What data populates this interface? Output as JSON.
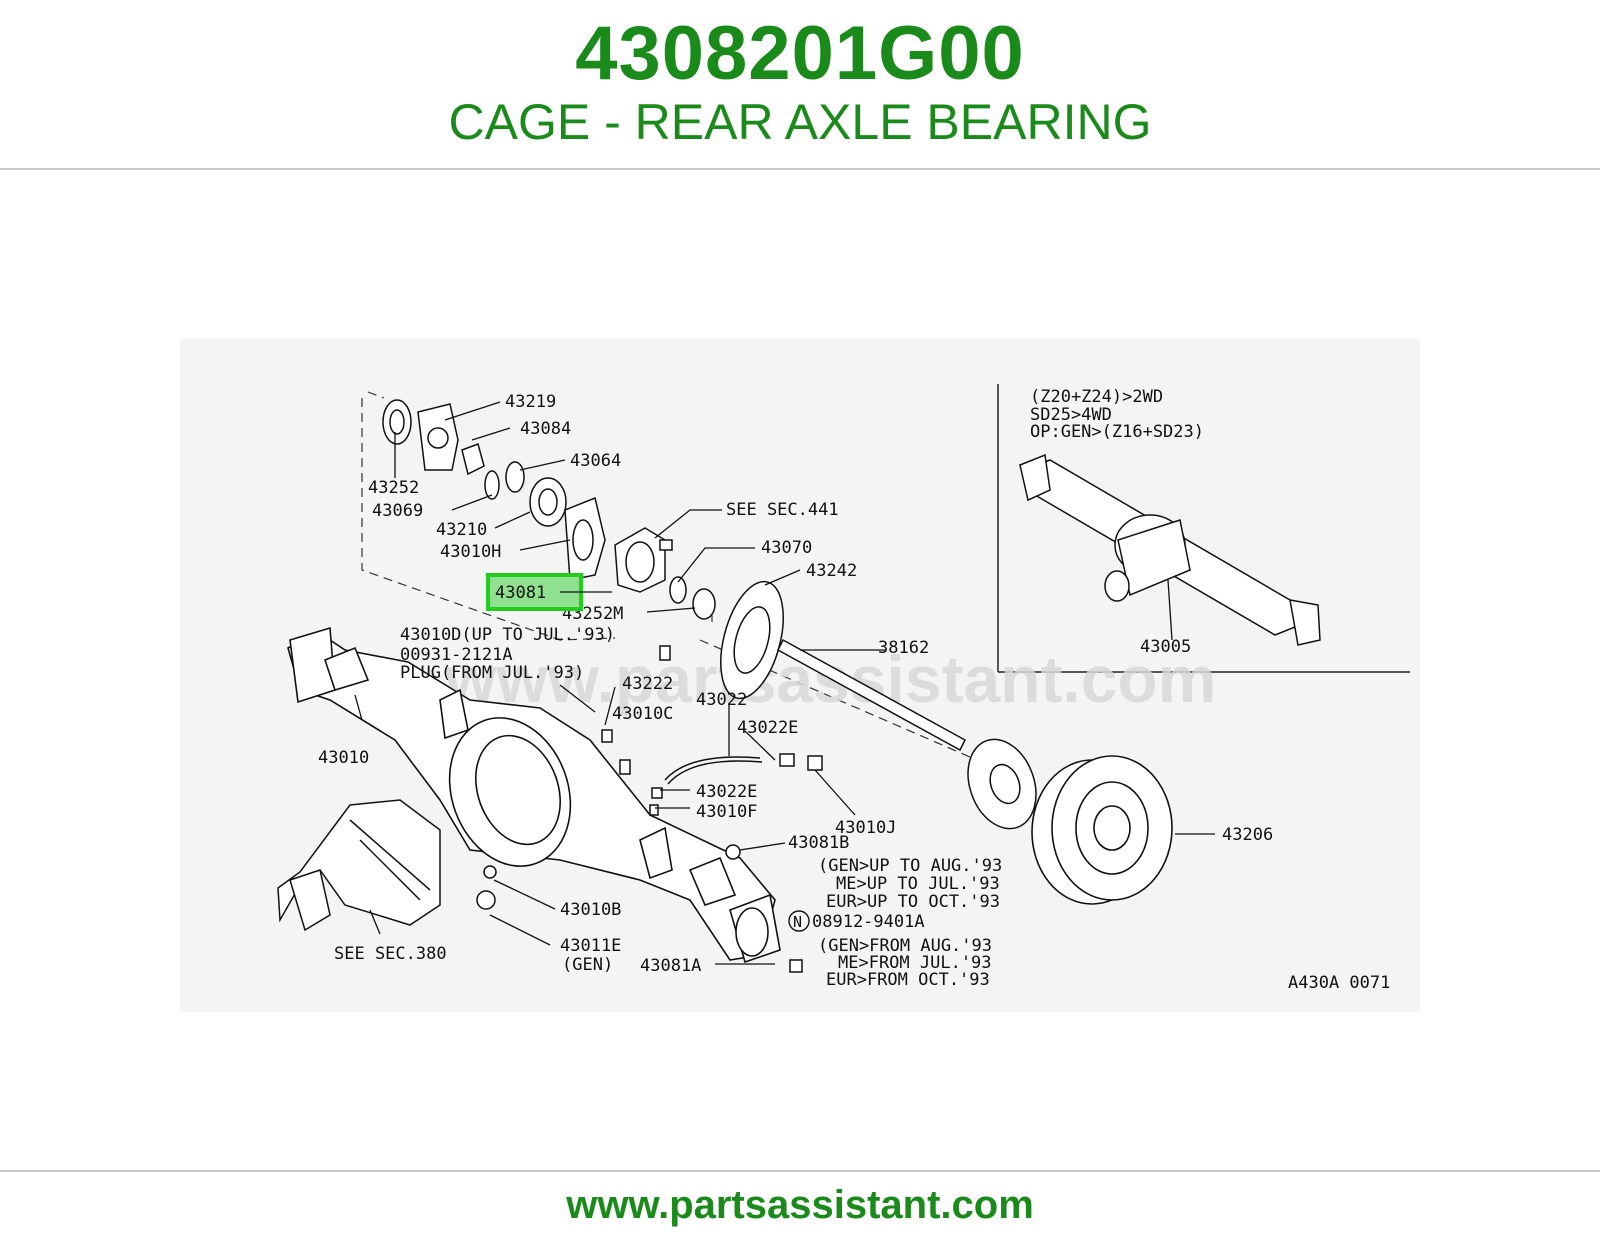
{
  "header": {
    "part_number": "4308201G00",
    "part_name": "CAGE - REAR AXLE BEARING"
  },
  "diagram": {
    "watermark": "www.partsassistant.com",
    "figure_code": "A430A 0071",
    "highlight_label": "43081",
    "labels": {
      "l43219": "43219",
      "l43084": "43084",
      "l43064": "43064",
      "l43252": "43252",
      "l43069": "43069",
      "l43210": "43210",
      "l43010H": "43010H",
      "lsee441": "SEE SEC.441",
      "l43070": "43070",
      "l43242": "43242",
      "l43252M": "43252M",
      "l43010D": "43010D(UP TO JUL.'93)",
      "l00931": "00931-2121A",
      "lplug": "PLUG(FROM JUL.'93)",
      "l43222": "43222",
      "l43022": "43022",
      "l43010C": "43010C",
      "l43022E1": "43022E",
      "l43010": "43010",
      "l43022E2": "43022E",
      "l43010F": "43010F",
      "l43010J": "43010J",
      "l43081B": "43081B",
      "l43010B": "43010B",
      "l43011E": "43011E",
      "lgen": "(GEN)",
      "lsee380": "SEE SEC.380",
      "l43081A": "43081A",
      "l38162": "38162",
      "l43206": "43206",
      "l08912": "08912-9401A",
      "lN": "N",
      "n1a": "(GEN>UP TO AUG.'93",
      "n1b": "ME>UP TO JUL.'93",
      "n1c": "EUR>UP TO OCT.'93",
      "n2a": "(GEN>FROM AUG.'93",
      "n2b": "ME>FROM JUL.'93",
      "n2c": "EUR>FROM OCT.'93"
    },
    "inset": {
      "line1": "(Z20+Z24)>2WD",
      "line2": "SD25>4WD",
      "line3": "OP:GEN>(Z16+SD23)",
      "part": "43005"
    }
  },
  "footer": {
    "url": "www.partsassistant.com"
  },
  "colors": {
    "brand_green": "#1a8a1a",
    "highlight_box": "#22cc22",
    "highlight_fill": "#8fe08f"
  }
}
